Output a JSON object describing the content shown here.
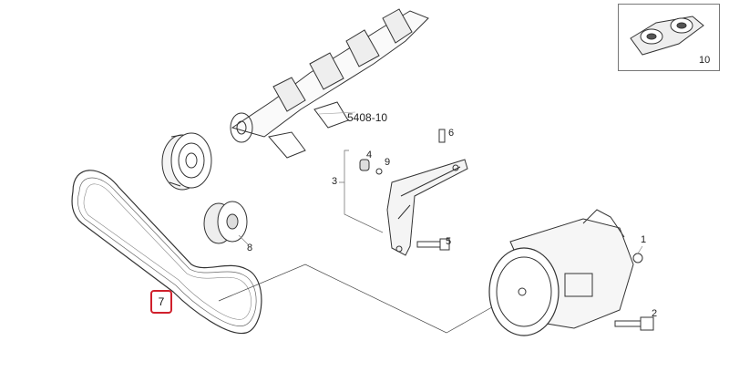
{
  "diagram": {
    "ref_labels": {
      "crankshaft_ref": "5408-10",
      "p1": "1",
      "p2": "2",
      "p3": "3",
      "p4": "4",
      "p5": "5",
      "p6": "6",
      "p8": "8",
      "p9": "9",
      "p10": "10"
    },
    "highlighted_callout": "7",
    "highlight_color": "#d0202c"
  }
}
